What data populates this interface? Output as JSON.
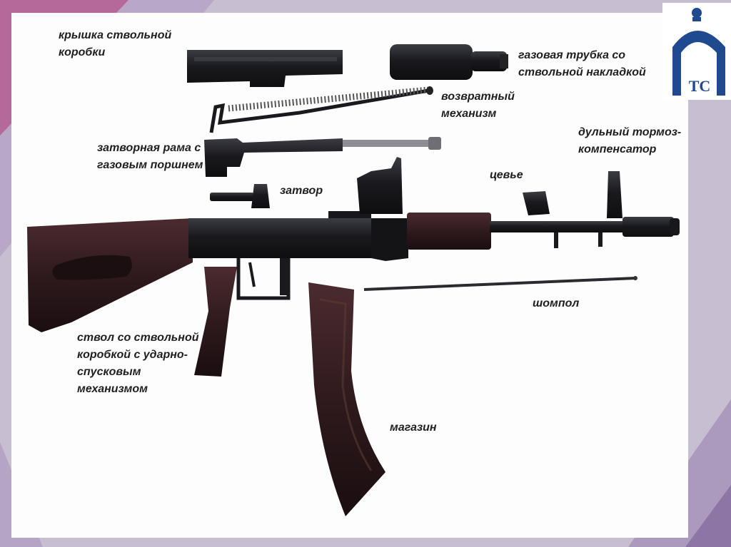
{
  "labels": {
    "receiver_cover": [
      "крышка ствольной",
      "коробки"
    ],
    "gas_tube": [
      "газовая трубка со",
      "ствольной накладкой"
    ],
    "recoil": [
      "возвратный",
      "механизм"
    ],
    "muzzle_brake": [
      "дульный тормоз-",
      "компенсатор"
    ],
    "bolt_carrier": [
      "затворная рама с",
      "газовым поршнем"
    ],
    "bolt": "затвор",
    "handguard": "цевье",
    "cleaning_rod": "шомпол",
    "barrel": [
      "ствол со ствольной",
      "коробкой с ударно-",
      "спусковым",
      "механизмом"
    ],
    "magazine": "магазин"
  },
  "logo": {
    "text": "ТС",
    "icon": "university-building-logo"
  },
  "colors": {
    "slide_bg": "#fdfdfd",
    "frame_purple": "#b7a8c7",
    "frame_pink": "#c33f78",
    "metal": "#1b1b1e",
    "wood": "#3a2226",
    "logo_blue": "#1f4a8f"
  }
}
